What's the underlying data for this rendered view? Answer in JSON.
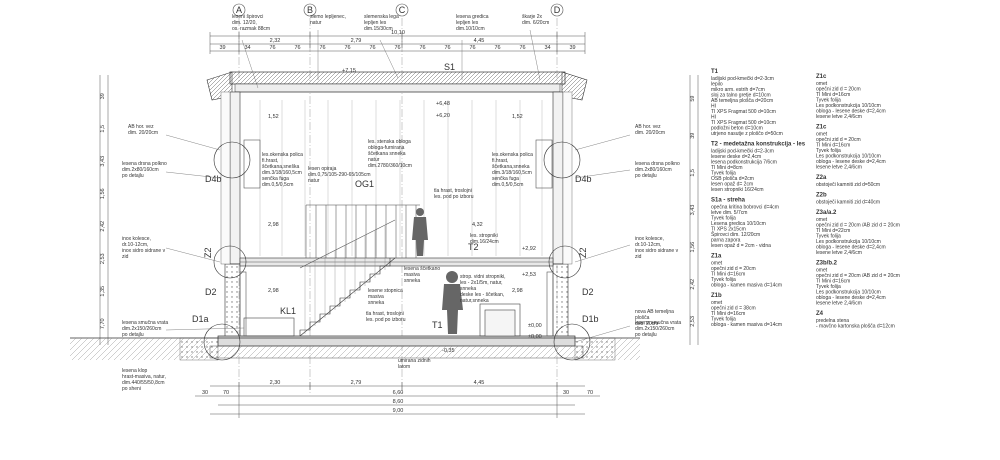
{
  "axes": [
    "A",
    "B",
    "C",
    "D"
  ],
  "top_dims": {
    "row1": [
      "2,32",
      "2,79",
      "4,45"
    ],
    "overall": "10,10",
    "row2": [
      "39",
      "34",
      "76",
      "76",
      "76",
      "76",
      "76",
      "76",
      "76",
      "76",
      "76",
      "76",
      "76",
      "34",
      "39"
    ]
  },
  "bottom_dims": {
    "row1": [
      "2,30",
      "2,79",
      "4,45"
    ],
    "row2": [
      "30",
      "70",
      "6,60",
      "30",
      "70"
    ],
    "row3": "8,60",
    "row4": "9,00"
  },
  "heights": {
    "left": [
      "39",
      "1,5",
      "3,43",
      "1,56",
      "2,42",
      "2,53",
      "1,35",
      "7,70"
    ],
    "right": [
      "59",
      "39",
      "1,5",
      "3,43",
      "1,56",
      "2,42",
      "2,53"
    ]
  },
  "levels": {
    "top": "+7,15",
    "ridge": "+6,48",
    "ridge2": "+6,20",
    "floor1": "+2,92",
    "floor1b": "+2,53",
    "ground": "±0,00",
    "ground2": "±0,00",
    "foundation": "-0,35"
  },
  "sections": {
    "s1": "S1",
    "og1": "OG1",
    "t1": "T1",
    "t2": "T2",
    "kl1": "KL1",
    "d1a": "D1a",
    "d1b": "D1b",
    "d2l": "D2",
    "d2r": "D2",
    "d4bl": "D4b",
    "d4br": "D4b",
    "z2l": "Z2",
    "z2r": "Z2"
  },
  "inner_dims": {
    "a1": "1,52",
    "a2": "1,52",
    "a3": "2,98",
    "a4": "4,32",
    "a5": "2,98",
    "a6": "2,98"
  },
  "top_notes": [
    {
      "text": [
        "leseni špirovci",
        "dim. 12/20,",
        "os. razmak 88cm"
      ]
    },
    {
      "text": [
        "slemo lepljenec,",
        "natur"
      ]
    },
    {
      "text": [
        "slemenska lega",
        "lepljen les",
        "dim.15/30cm"
      ]
    },
    {
      "text": [
        "lesena gredica",
        "lepljen les",
        "dim.10/10cm"
      ]
    },
    {
      "text": [
        "škarje 2x",
        "dim. 6/20cm"
      ]
    }
  ],
  "left_notes": [
    {
      "text": [
        "AB hor. vez",
        "dim. 20/20cm"
      ]
    },
    {
      "text": [
        "lesena drsna polkno",
        "dim.2x80/160cm",
        "po detajlu"
      ]
    },
    {
      "text": [
        "inox kolesce,",
        "dr.10-12cm,",
        "inox sidro sidrane v",
        "zid"
      ]
    },
    {
      "text": [
        "lesena smučna vrata",
        "dim.2x150/260cm",
        "po detajlu"
      ]
    },
    {
      "text": [
        "lesena klop",
        "hrast-masiva, natur,",
        "dim.440/55/50,8cm",
        "po sheni"
      ]
    }
  ],
  "right_notes": [
    {
      "text": [
        "AB hor. vez",
        "dim. 20/20cm"
      ]
    },
    {
      "text": [
        "lesena drsna polkno",
        "dim.2x80/160cm",
        "po detajlu"
      ]
    },
    {
      "text": [
        "inox kolesce,",
        "dr.10-12cm,",
        "inox sidro sidrane v",
        "zid"
      ]
    },
    {
      "text": [
        "lesena smučna vrata",
        "dim.2x150/260cm",
        "po detajlu"
      ]
    },
    {
      "text": [
        "nova AB temeljna",
        "plošča",
        "deb. 20cm"
      ]
    }
  ],
  "center_notes": [
    {
      "text": [
        "les.okenska polica",
        "fi.hrast,",
        "ščetkana,sneška",
        "dim.3/18/160,5cm",
        "senčka fuga",
        "dim.0,5/0,5cm"
      ]
    },
    {
      "text": [
        "lesen opiraja",
        "dim.0,75/105-290-65/105cm",
        "natur"
      ]
    },
    {
      "text": [
        "les. stenska obloga",
        "obloga-furnirana",
        "ščetkana snneka",
        "natur",
        "dim.2780/360/10cm"
      ]
    },
    {
      "text": [
        "les.okenska polica",
        "fi.hrast,",
        "ščetkana,snneka",
        "dim.3/18/160,5cm",
        "senčka fuga",
        "dim.0,5/0,5cm"
      ]
    },
    {
      "text": [
        "tla hrast, troslojni",
        "les. pod po izboru"
      ]
    },
    {
      "text": [
        "lesene stopnica",
        "masiva",
        "snneka"
      ]
    },
    {
      "text": [
        "strop. vidni stropniki,",
        "les - 2x1/5m, natur,",
        "snneka",
        "deske les - ščetkan,",
        "natur,snneka"
      ]
    },
    {
      "text": [
        "les. stropniki",
        "dim.16/24cm"
      ]
    },
    {
      "text": [
        "tla hrast, troslojni",
        "les. pod po izboru"
      ]
    },
    {
      "text": [
        "lesena ščetkano",
        "masiva",
        "snneka"
      ]
    },
    {
      "text": [
        "umirana zidnih",
        "latom"
      ]
    }
  ],
  "spec": [
    {
      "code": "T1",
      "lines": [
        "ladijski pod-kmečki d=2-3cm",
        "lepilo",
        "mikro arm. estrih d=7cm",
        "sloj za talno gretje d=10cm",
        "AB temeljna plošča d=20cm",
        "HI",
        "TI XPS Fragmat 500 d=10cm",
        "HI",
        "TI XPS Fragmat 500 d=10cm",
        "podložni beton d=10cm",
        "utrjeno nasutje z ploščo d=50cm"
      ]
    },
    {
      "code": "T2 - medetažna konstrukcija - les",
      "lines": [
        "ladijski pod-kmečki d=2-3cm",
        "lesene deske d=2,4cm",
        "lesena podkonstrukcija 7/6cm",
        "TI Mini d=8cm",
        "Tyvek folija",
        "OSB plošča d=2cm",
        "lesen opaž d= 2cm",
        "lesen stropniki 16/24cm"
      ]
    },
    {
      "code": "S1a - streha",
      "lines": [
        "opečna kritina bobrovci d=4cm",
        "letve dim. 5/7cm",
        "Tyvek folija",
        "Lesena gredica 10/10cm",
        "TI XPS 2x15cm",
        "Špirovci dim. 12/20cm",
        "parna zapora",
        "lesen opaž d = 2cm - vidna"
      ]
    },
    {
      "code": "Z1a",
      "lines": [
        "omet",
        "opečni zid d = 20cm",
        "TI Mini d=16cm",
        "Tyvek folija",
        "obloga - kamen masiva d=14cm"
      ]
    },
    {
      "code": "Z1b",
      "lines": [
        "omet",
        "opečni zid d = 38cm",
        "TI Mini d=16cm",
        "Tyvek folija",
        "obloga - kamen masiva d=14cm"
      ]
    }
  ],
  "spec2": [
    {
      "code": "Z1c",
      "lines": [
        "omet",
        "opečni zid d = 20cm",
        "TI Mini d=16cm",
        "Tyvek folija",
        "Les podkonstrukcija 10/10cm",
        "obloga - lesene deske d=2,4cm",
        "lesene letve 2,4/6cm"
      ]
    },
    {
      "code": "Z1c",
      "lines": [
        "omet",
        "opečni zid d = 20cm",
        "TI Mini d=16cm",
        "Tyvek folija",
        "Les podkonstrukcija 10/10cm",
        "obloga - lesene deske d=2,4cm",
        "lesene letve 2,4/6cm"
      ]
    },
    {
      "code": "Z2a",
      "lines": [
        "obstoječi kamniti zid d=50cm"
      ]
    },
    {
      "code": "Z2b",
      "lines": [
        "obstoječi kamniti zid d=40cm"
      ]
    },
    {
      "code": "Z3a/a.2",
      "lines": [
        "omet",
        "opečni zid d = 20cm /AB zid d = 20cm",
        "TI Mini d=22cm",
        "Tyvek folija",
        "Les podkonstrukcija 10/10cm",
        "obloga - lesene deske d=2,4cm",
        "lesene letve 2,4/6cm"
      ]
    },
    {
      "code": "Z3b/b.2",
      "lines": [
        "omet",
        "opečni zid d = 20cm /AB zid d = 20cm",
        "TI Mini d=16cm",
        "Tyvek folija",
        "Les podkonstrukcija 10/10cm",
        "obloga - lesene deske d=2,4cm",
        "lesene letve 2,4/6cm"
      ]
    },
    {
      "code": "Z4",
      "lines": [
        "predelna stena",
        "- mavčno kartonska plošča d=12cm"
      ]
    }
  ]
}
